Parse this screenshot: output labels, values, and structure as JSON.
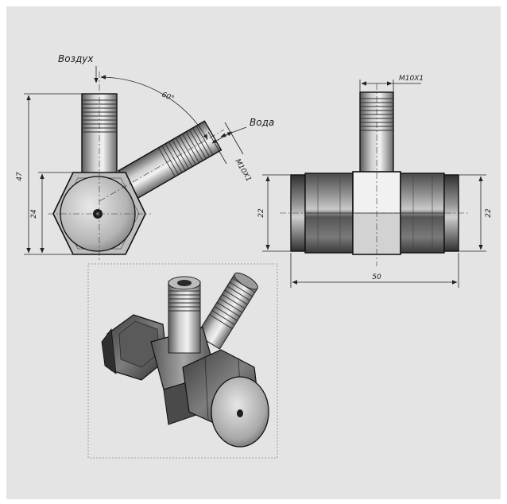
{
  "labels": {
    "air": "Воздух",
    "water": "Вода",
    "thread_side": "M10X1",
    "thread_front": "M10X1"
  },
  "dimensions": {
    "total_height": "47",
    "hex_height": "24",
    "angle": "60°",
    "left_height": "22",
    "right_height": "22",
    "length": "50"
  },
  "colors": {
    "background_panel": "#e4e4e4",
    "paper": "#ffffff",
    "metal_dark": "#3a3a3a",
    "metal_mid": "#8c8c8c",
    "metal_light": "#d4d4d4"
  }
}
